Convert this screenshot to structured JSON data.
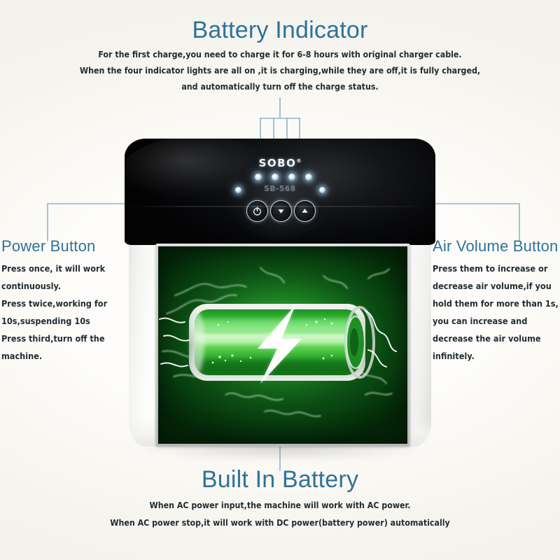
{
  "colors": {
    "heading": "#2e7398",
    "body_text": "#1f2d33",
    "callout_line": "#8fb4cd",
    "background": "#fbf9f4",
    "screen_green": "#17711d",
    "device_black": "#0a0b0d",
    "device_white": "#ffffff"
  },
  "top_section": {
    "heading": "Battery Indicator",
    "lines": [
      "For the first charge,you need to charge it for 6-8 hours with original charger cable.",
      "When the  four indicator lights  are all on ,it is charging,while they are off,it is fully charged,",
      "and automatically turn off the charge status."
    ]
  },
  "left_section": {
    "heading": "Power Button",
    "lines": [
      "Press once, it will work",
      "continuously.",
      "Press twice,working for",
      "10s,suspending 10s",
      "Press third,turn off the",
      "machine."
    ]
  },
  "right_section": {
    "heading": "Air Volume Button",
    "lines": [
      "Press them to increase or",
      "decrease air volume,if you",
      "hold them for more than 1s,",
      "you can increase and",
      "decrease the air volume",
      "infinitely."
    ]
  },
  "bottom_section": {
    "heading": "Built In Battery",
    "lines": [
      "When AC power input,the machine will work with AC power.",
      "When AC power stop,it will work with DC power(battery power) automatically"
    ]
  },
  "device": {
    "brand": "SOBO",
    "brand_mark": "®",
    "model": "SB-568",
    "indicator_lights": {
      "count": 4,
      "side_lights": 2,
      "state": "on"
    },
    "buttons": [
      {
        "name": "power-button",
        "icon": "power-icon"
      },
      {
        "name": "decrease-air-volume-button",
        "icon": "chevron-down-icon"
      },
      {
        "name": "increase-air-volume-button",
        "icon": "chevron-up-icon"
      }
    ],
    "screen_image": {
      "subject": "battery",
      "description": "green cylindrical battery with lightning bolt and electric arcs",
      "bolt_color": "#ffffff",
      "battery_fill": "#2fbf2f"
    }
  }
}
